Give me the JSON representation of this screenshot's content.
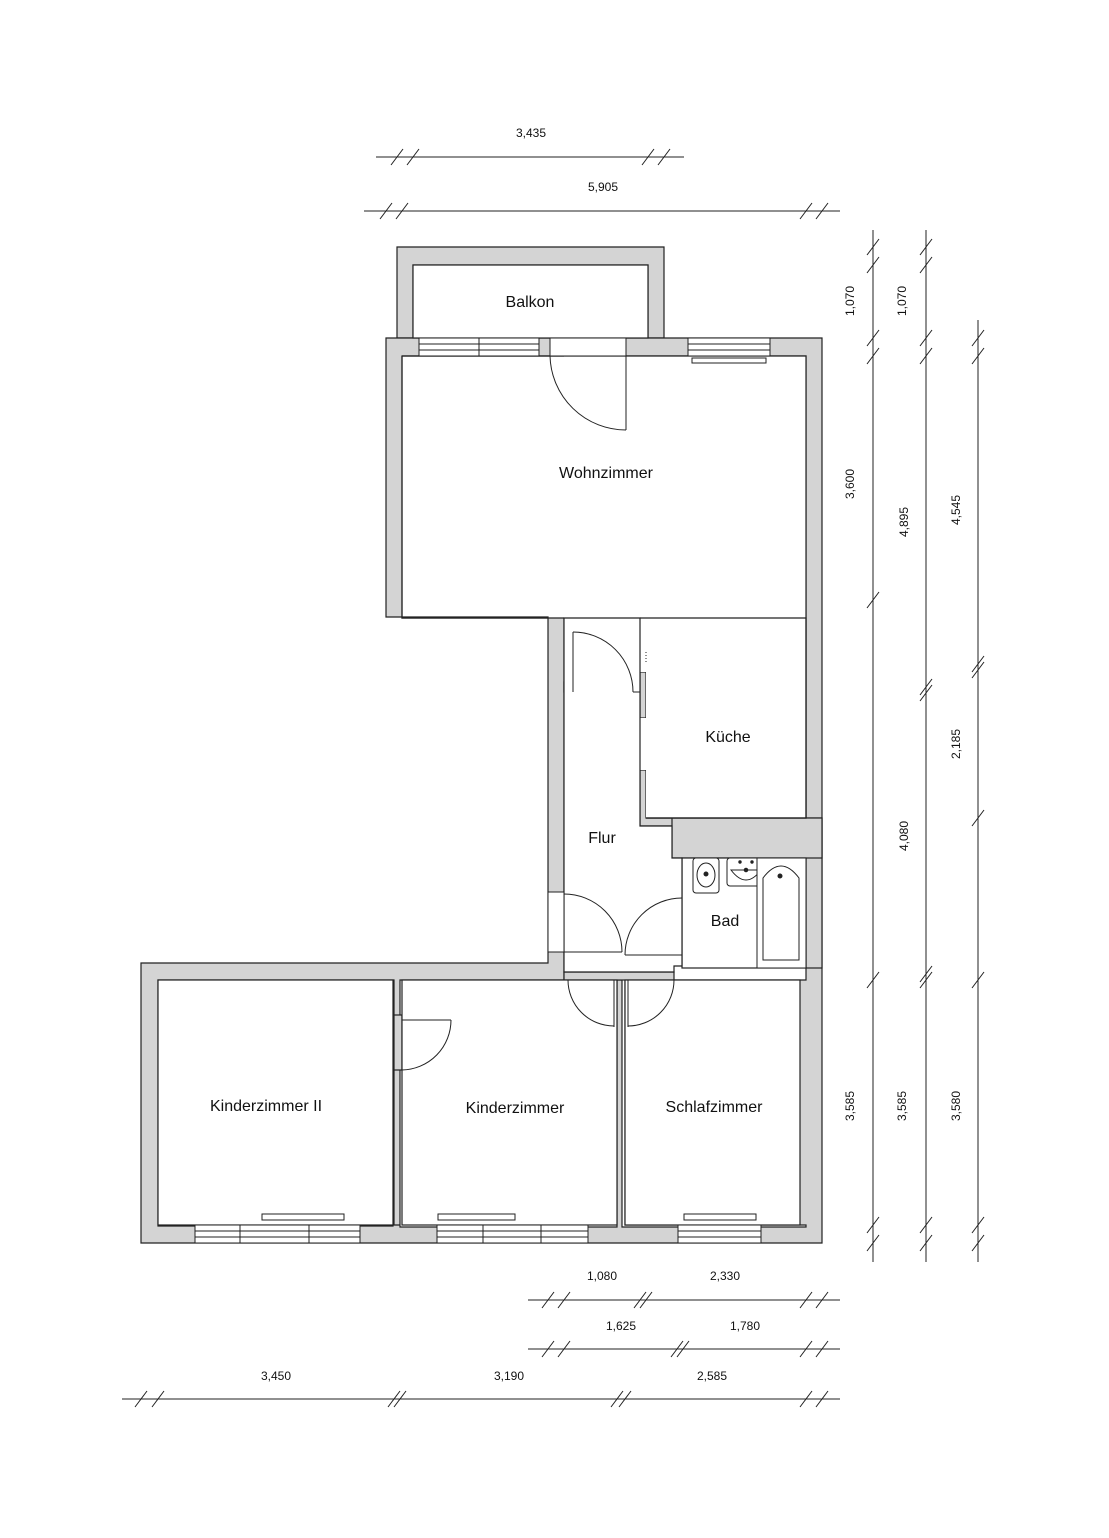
{
  "rooms": {
    "balkon": "Balkon",
    "wohnzimmer": "Wohnzimmer",
    "kueche": "Küche",
    "flur": "Flur",
    "bad": "Bad",
    "kinderzimmer_2": "Kinderzimmer II",
    "kinderzimmer": "Kinderzimmer",
    "schlafzimmer": "Schlafzimmer"
  },
  "dimensions": {
    "top_1": "3,435",
    "top_2": "5,905",
    "right1_a": "1,070",
    "right1_b": "3,600",
    "right1_c": "4,080",
    "right1_d": "3,585",
    "right2_a": "1,070",
    "right2_b": "4,895",
    "right2_c": "3,585",
    "right3_a": "4,545",
    "right3_b": "2,185",
    "right3_c": "3,580",
    "bottom1_a": "1,080",
    "bottom1_b": "2,330",
    "bottom2_a": "1,625",
    "bottom2_b": "1,780",
    "bottom3_a": "3,450",
    "bottom3_b": "3,190",
    "bottom3_c": "2,585"
  },
  "colors": {
    "wall_fill": "#d4d4d4",
    "line": "#222222"
  }
}
